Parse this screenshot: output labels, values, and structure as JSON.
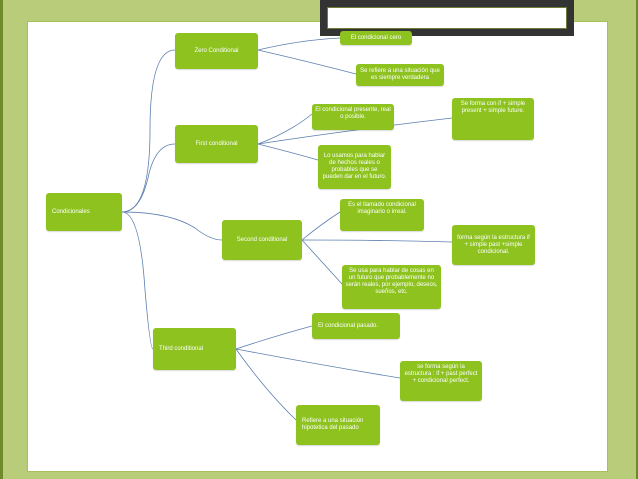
{
  "slide": {
    "root": "Condicionales",
    "branches": [
      {
        "label": "Zero Conditional",
        "children": [
          "El condicional cero",
          "Se refiere a una situación que es siempre verdadera"
        ]
      },
      {
        "label": "First conditional",
        "children": [
          "El condicional presente, real o posible.",
          "Se forma con if + simple present + simple future.",
          "Lo usamos para hablar de hechos reales o probables que se pueden dar en el futuro."
        ]
      },
      {
        "label": "Second conditional",
        "children": [
          "Es el llamado condicional imaginario o irreal.",
          "forma según la estructura if + simple past +simple condicional.",
          "Se usa para hablar de cosas en un futuro que probablemente no serán reales, por ejemplo, deseos, sueños, etc."
        ]
      },
      {
        "label": "Third conditional",
        "children": [
          "El condicional pasado.",
          "se forma según la estructura : if + past perfect + condicional perfect.",
          "Refiere a una situación hipotetica del pasado"
        ]
      }
    ]
  },
  "colors": {
    "node": "#8dc21f",
    "connector": "#5d7fb0",
    "border": "#b9cc7a"
  }
}
